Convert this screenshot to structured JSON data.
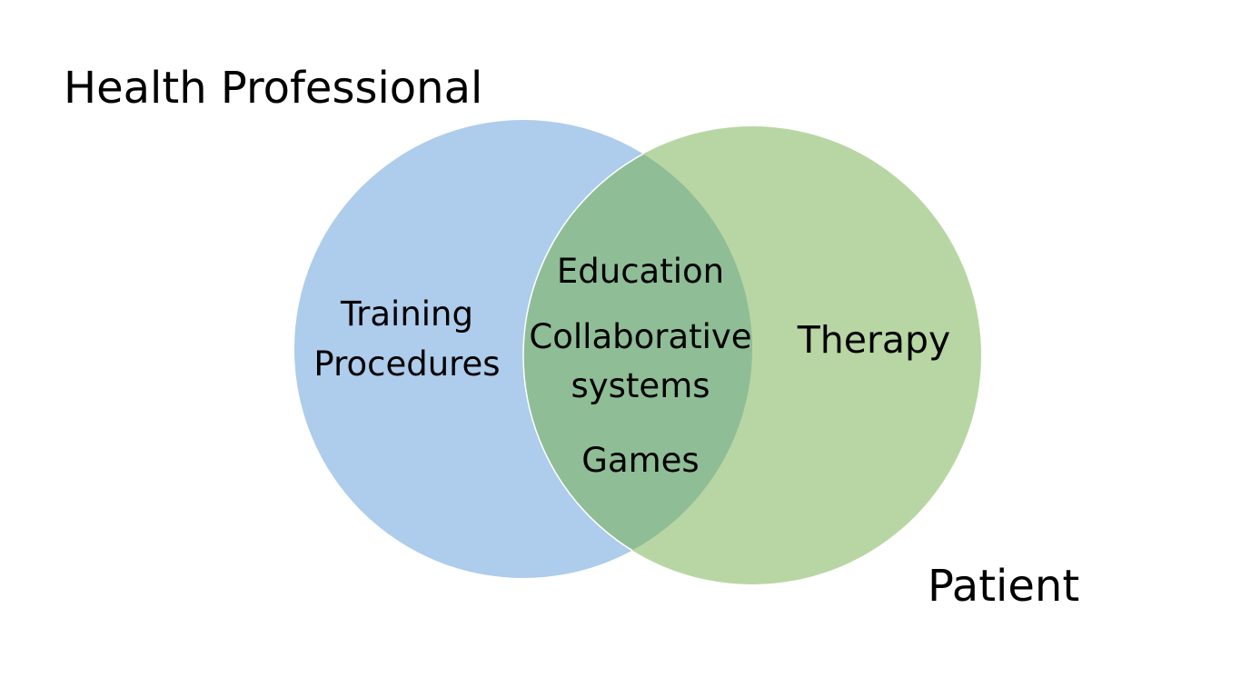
{
  "diagram": {
    "sets": [
      {
        "id": "health-professional",
        "title": "Health Professional",
        "fill": "#AECCEB"
      },
      {
        "id": "patient",
        "title": "Patient",
        "fill": "#B8D6A3"
      }
    ],
    "overlap_fill": "#8FBD96",
    "regions": {
      "health_professional_only": [
        "Training",
        "Procedures"
      ],
      "intersection": [
        "Education",
        "Collaborative",
        "systems",
        "Games"
      ],
      "patient_only": [
        "Therapy"
      ]
    }
  }
}
